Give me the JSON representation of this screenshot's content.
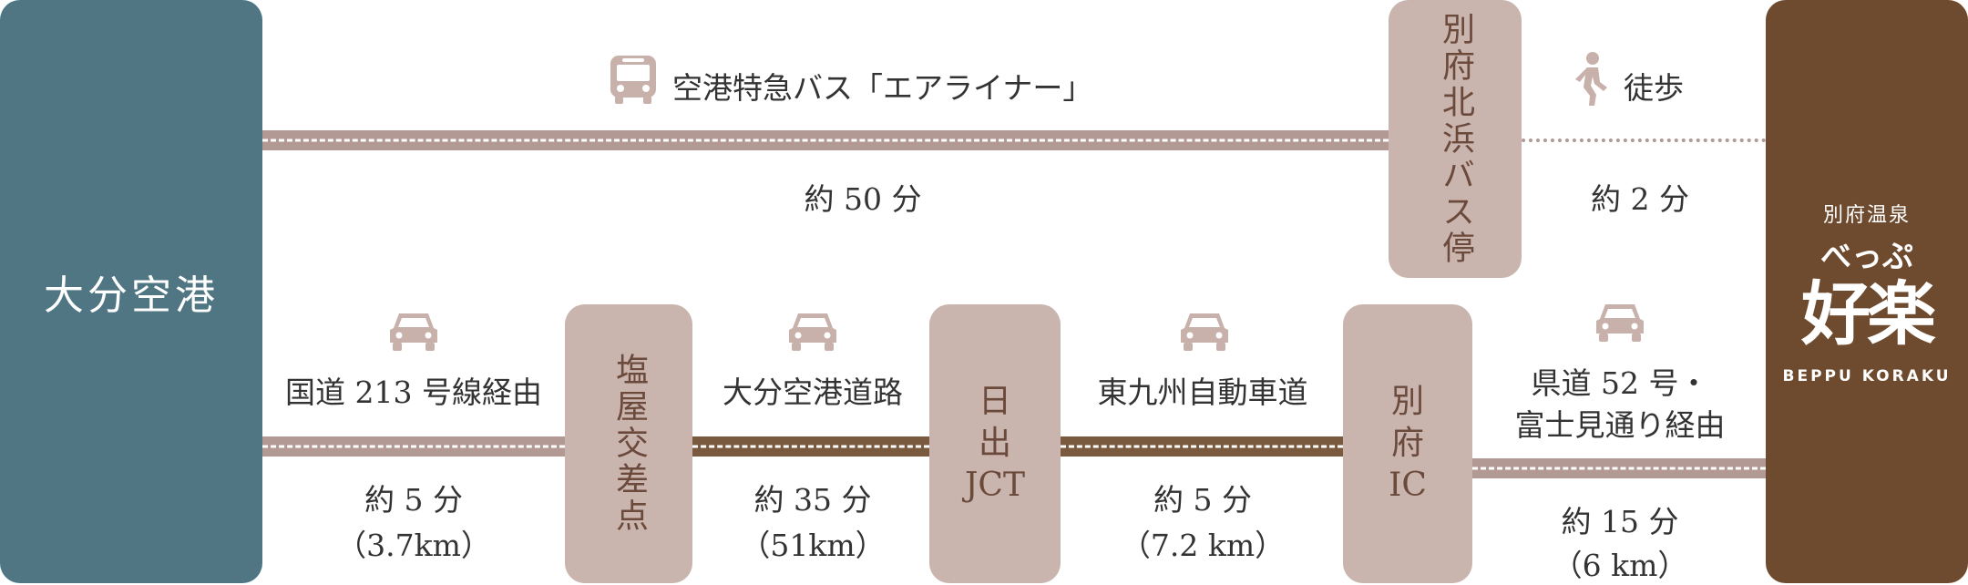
{
  "airport": {
    "name": "大分空港"
  },
  "hotel": {
    "small": "別府温泉",
    "kana": "べっぷ",
    "kanji": "好楽",
    "en": "BEPPU KORAKU"
  },
  "top_route": {
    "bus_label": "空港特急バス「エアライナー」",
    "bus_time": "約 50 分",
    "stop": "別府北浜バス停",
    "walk_label": "徒歩",
    "walk_time": "約 2 分"
  },
  "bottom_route": {
    "segments": [
      {
        "label": "国道 213 号線経由",
        "time": "約 5 分",
        "distance": "（3.7km）"
      },
      {
        "label": "大分空港道路",
        "time": "約 35 分",
        "distance": "（51km）"
      },
      {
        "label": "東九州自動車道",
        "time": "約 5 分",
        "distance": "（7.2 km）"
      },
      {
        "label_line1": "県道 52 号・",
        "label_line2": "富士見通り経由",
        "time": "約 15 分",
        "distance": "（6 km）"
      }
    ],
    "stops": [
      {
        "name": "塩屋交差点"
      },
      {
        "line1": "日",
        "line2": "出",
        "line3": "JCT"
      },
      {
        "line1": "別",
        "line2": "府",
        "line3": "IC"
      }
    ]
  },
  "icons": [
    "bus-icon",
    "walk-icon",
    "car-icon"
  ],
  "colors": {
    "airport": "#4f7682",
    "hotel": "#6e4a2e",
    "stop": "#c9b4ae",
    "road_pink": "#b39994",
    "road_brown": "#7a5a3e"
  }
}
